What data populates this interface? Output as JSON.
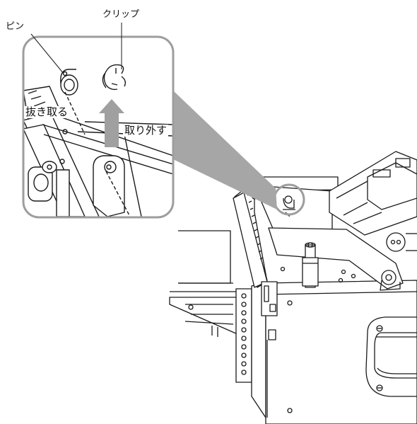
{
  "labels": {
    "pin": "ピン",
    "clip": "クリップ",
    "pull_out": "抜き取る",
    "remove": "取り外す"
  },
  "colors": {
    "line": "#1a1a1a",
    "callout_gray": "#a6a6a6",
    "callout_frame": "#9e9e9e",
    "arrow_gray": "#a0a0a0",
    "background": "#ffffff"
  },
  "icons": {
    "pin": "pin-icon",
    "clip": "e-clip-icon",
    "arrow": "arrow-up-icon"
  }
}
